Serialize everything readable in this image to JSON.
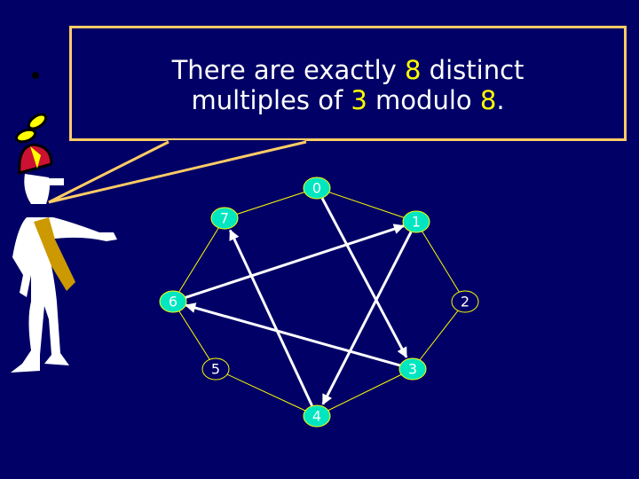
{
  "caption": {
    "line1": [
      {
        "text": "There are exactly ",
        "highlight": false
      },
      {
        "text": "8",
        "highlight": true
      },
      {
        "text": " distinct",
        "highlight": false
      }
    ],
    "line2": [
      {
        "text": "multiples of ",
        "highlight": false
      },
      {
        "text": "3",
        "highlight": true
      },
      {
        "text": " modulo ",
        "highlight": false
      },
      {
        "text": "8",
        "highlight": true
      },
      {
        "text": ".",
        "highlight": false
      }
    ]
  },
  "colors": {
    "background": "#000066",
    "highlight": "#ffff00",
    "filled_node": "#00e6c0",
    "bubble_border": "#ffcc66",
    "ring": "#ffff00",
    "arrow": "#ffffff"
  },
  "graph": {
    "nodes": [
      {
        "label": "0",
        "filled": true
      },
      {
        "label": "1",
        "filled": true
      },
      {
        "label": "2",
        "filled": false
      },
      {
        "label": "3",
        "filled": true
      },
      {
        "label": "4",
        "filled": true
      },
      {
        "label": "5",
        "filled": false
      },
      {
        "label": "6",
        "filled": true
      },
      {
        "label": "7",
        "filled": true
      }
    ],
    "arrows": [
      [
        0,
        3
      ],
      [
        3,
        6
      ],
      [
        6,
        1
      ],
      [
        1,
        4
      ],
      [
        4,
        7
      ]
    ]
  }
}
